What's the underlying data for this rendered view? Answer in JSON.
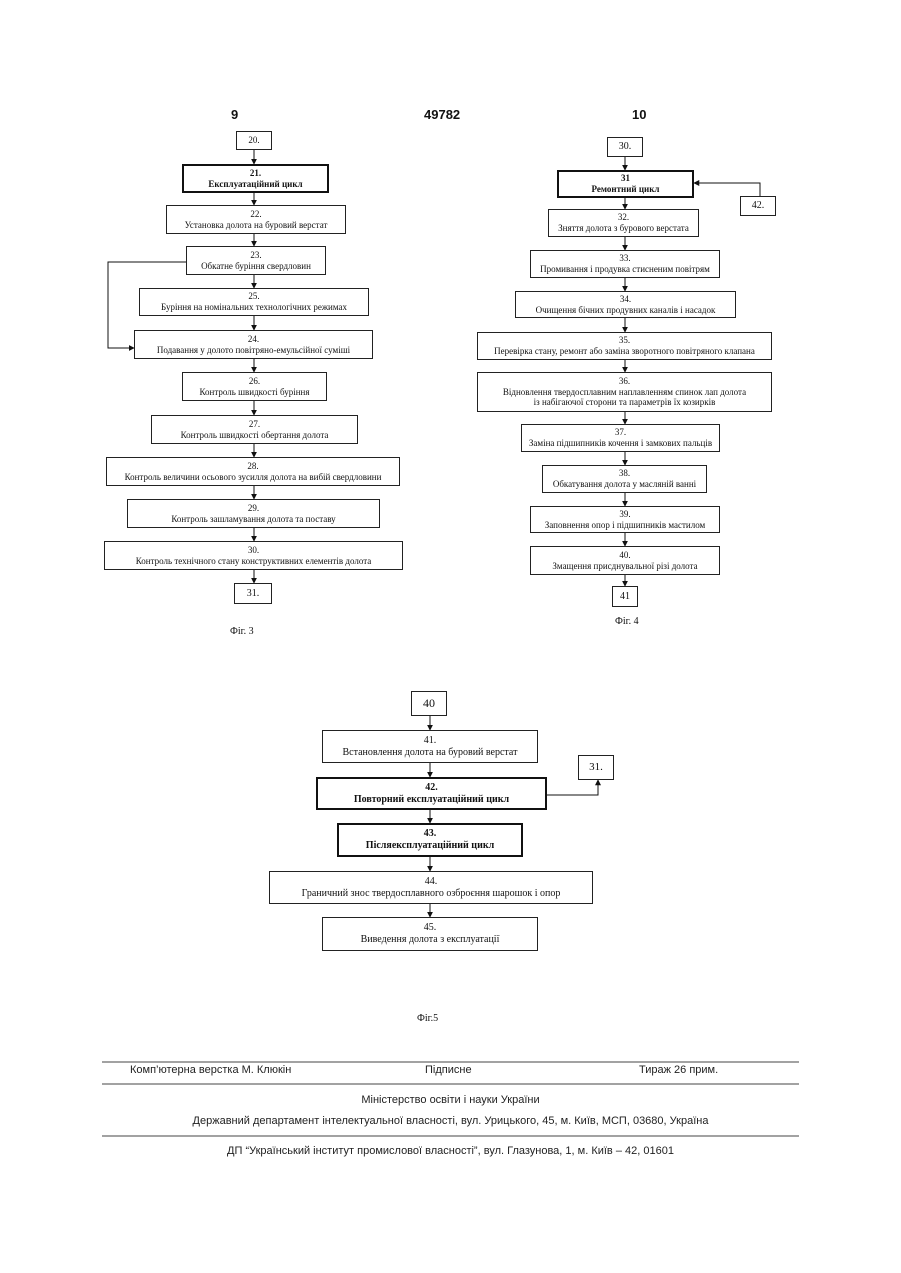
{
  "header": {
    "left_page": "9",
    "patent_number": "49782",
    "right_page": "10"
  },
  "fig3": {
    "caption": "Фіг. 3",
    "start": "20.",
    "end": "31.",
    "steps": [
      {
        "num": "21.",
        "text": "Експлуатаційний цикл"
      },
      {
        "num": "22.",
        "text": "Установка долота на буровий верстат"
      },
      {
        "num": "23.",
        "text": "Обкатне буріння свердловин"
      },
      {
        "num": "25.",
        "text": "Буріння на номінальних технологічних режимах"
      },
      {
        "num": "24.",
        "text": "Подавання у долото повітряно-емульсійної суміші"
      },
      {
        "num": "26.",
        "text": "Контроль швидкості буріння"
      },
      {
        "num": "27.",
        "text": "Контроль швидкості обертання долота"
      },
      {
        "num": "28.",
        "text": "Контроль величини осьового зусилля долота на вибій свердловини"
      },
      {
        "num": "29.",
        "text": "Контроль зашламування долота та поставу"
      },
      {
        "num": "30.",
        "text": "Контроль технічного стану конструктивних елементів долота"
      }
    ]
  },
  "fig4": {
    "caption": "Фіг. 4",
    "start": "30.",
    "end": "41",
    "side": "42.",
    "steps": [
      {
        "num": "31",
        "text": "Ремонтний цикл"
      },
      {
        "num": "32.",
        "text": "Зняття долота з бурового верстата"
      },
      {
        "num": "33.",
        "text": "Промивання і продувка стисненим повітрям"
      },
      {
        "num": "34.",
        "text": "Очищення бічних продувних каналів і насадок"
      },
      {
        "num": "35.",
        "text": "Перевірка стану, ремонт або заміна зворотного повітряного клапана"
      },
      {
        "num": "36.",
        "text": "Відновлення твердосплавним наплавленням спинок лап долота",
        "text2": "із набігаючої сторони та параметрів їх козирків"
      },
      {
        "num": "37.",
        "text": "Заміна підшипників кочення і замкових пальців"
      },
      {
        "num": "38.",
        "text": "Обкатування долота у масляній ванні"
      },
      {
        "num": "39.",
        "text": "Заповнення опор і підшипників мастилом"
      },
      {
        "num": "40.",
        "text": "Змащення присднувальної різі долота"
      }
    ]
  },
  "fig5": {
    "caption": "Фіг.5",
    "start": "40",
    "side": "31.",
    "steps": [
      {
        "num": "41.",
        "text": "Встановлення долота на буровий верстат"
      },
      {
        "num": "42.",
        "text": "Повторний експлуатаційний цикл"
      },
      {
        "num": "43.",
        "text": "Післяексплуатаційний цикл"
      },
      {
        "num": "44.",
        "text": "Граничний знос твердосплавного озброєння шарошок і опор"
      },
      {
        "num": "45.",
        "text": "Виведення долота з експлуатації"
      }
    ]
  },
  "footer": {
    "layout": "Комп’ютерна верстка М. Клюкін",
    "signed": "Підписне",
    "circulation": "Тираж 26 прим.",
    "ministry": "Міністерство освіти і науки України",
    "department": "Державний департамент інтелектуальної власності, вул. Урицького, 45, м. Київ, МСП, 03680, Україна",
    "institute": "ДП “Український інститут промислової власності”, вул. Глазунова, 1, м. Київ – 42, 01601"
  }
}
